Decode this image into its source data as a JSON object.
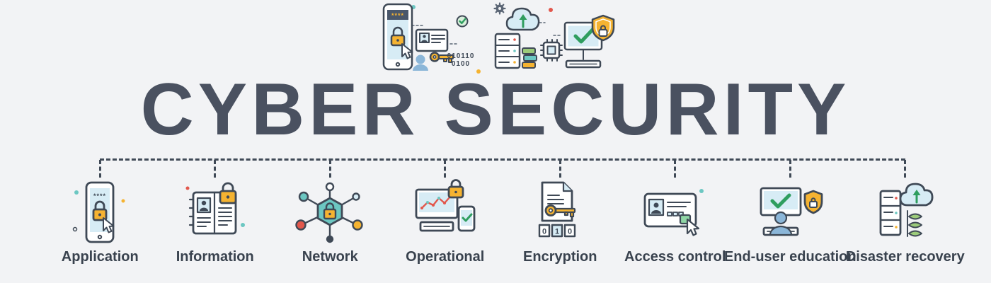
{
  "title": "CYBER SECURITY",
  "hero": {
    "password_stars": "****",
    "binary_line1": "010110",
    "binary_line2": "0100",
    "icons": [
      "smartphone-password-lock-icon",
      "id-card-icon",
      "key-icon",
      "user-silhouette-icon",
      "check-badge-icon",
      "gear-icon",
      "cloud-upload-icon",
      "server-icon",
      "chip-icon",
      "monitor-check-icon",
      "shield-lock-icon"
    ]
  },
  "categories": [
    {
      "label": "Application",
      "icon": "smartphone-lock-cursor-icon",
      "stars": "****"
    },
    {
      "label": "Information",
      "icon": "id-book-lock-icon"
    },
    {
      "label": "Network",
      "icon": "network-nodes-lock-icon"
    },
    {
      "label": "Operational",
      "icon": "monitor-chart-lock-icon"
    },
    {
      "label": "Encryption",
      "icon": "document-key-binary-icon",
      "binary": [
        "0",
        "1",
        "0"
      ]
    },
    {
      "label": "Access control",
      "icon": "id-card-fingerprint-cursor-icon"
    },
    {
      "label": "End-user education",
      "icon": "monitor-user-shield-icon"
    },
    {
      "label": "Disaster recovery",
      "icon": "server-cloud-restore-icon"
    }
  ],
  "colors": {
    "background": "#f2f3f5",
    "title": "#4a5160",
    "outline": "#3f4956",
    "accent_teal": "#6cc7c2",
    "accent_yellow": "#f5b331",
    "accent_red": "#e2574c",
    "accent_green": "#2f9e5f",
    "light_blue": "#d7ecf5",
    "person_blue": "#8bb6d8"
  }
}
